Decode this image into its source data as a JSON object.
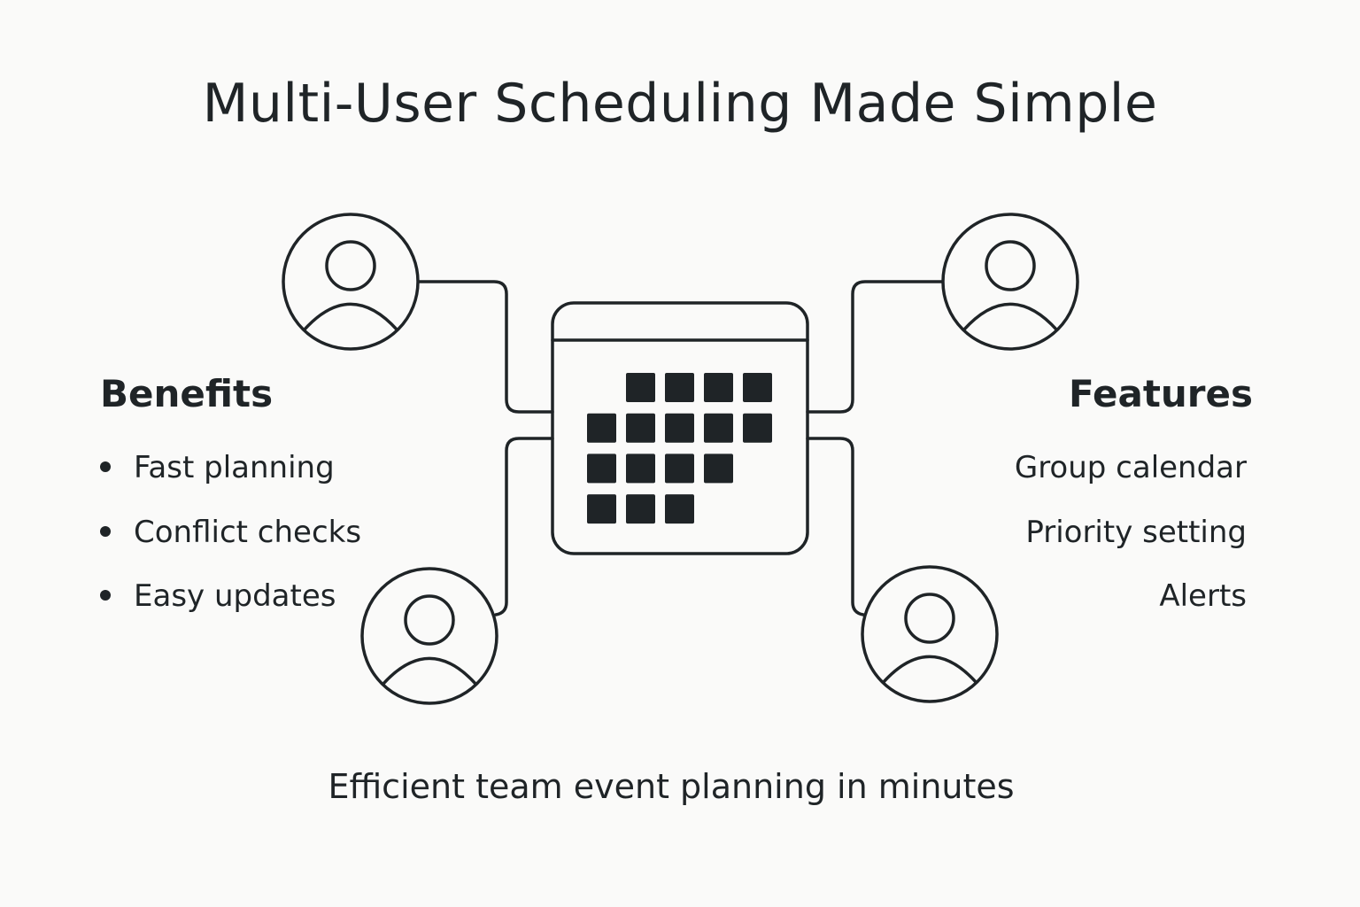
{
  "title": "Multi-User Scheduling Made Simple",
  "benefits": {
    "heading": "Benefits",
    "items": [
      "Fast planning",
      "Conflict checks",
      "Easy updates"
    ]
  },
  "features": {
    "heading": "Features",
    "items": [
      "Group calendar",
      "Priority setting",
      "Alerts"
    ]
  },
  "footer": "Efficient team event planning in minutes",
  "colors": {
    "ink": "#1f2427",
    "background": "#fafaf9"
  },
  "calendar": {
    "icon": "calendar-icon",
    "filled_days_per_row": [
      [
        1,
        2,
        3,
        4
      ],
      [
        0,
        1,
        2,
        3,
        4
      ],
      [
        0,
        1,
        2,
        3
      ],
      [
        0,
        1,
        2
      ]
    ]
  },
  "users": {
    "icon": "user-icon",
    "count": 4
  }
}
